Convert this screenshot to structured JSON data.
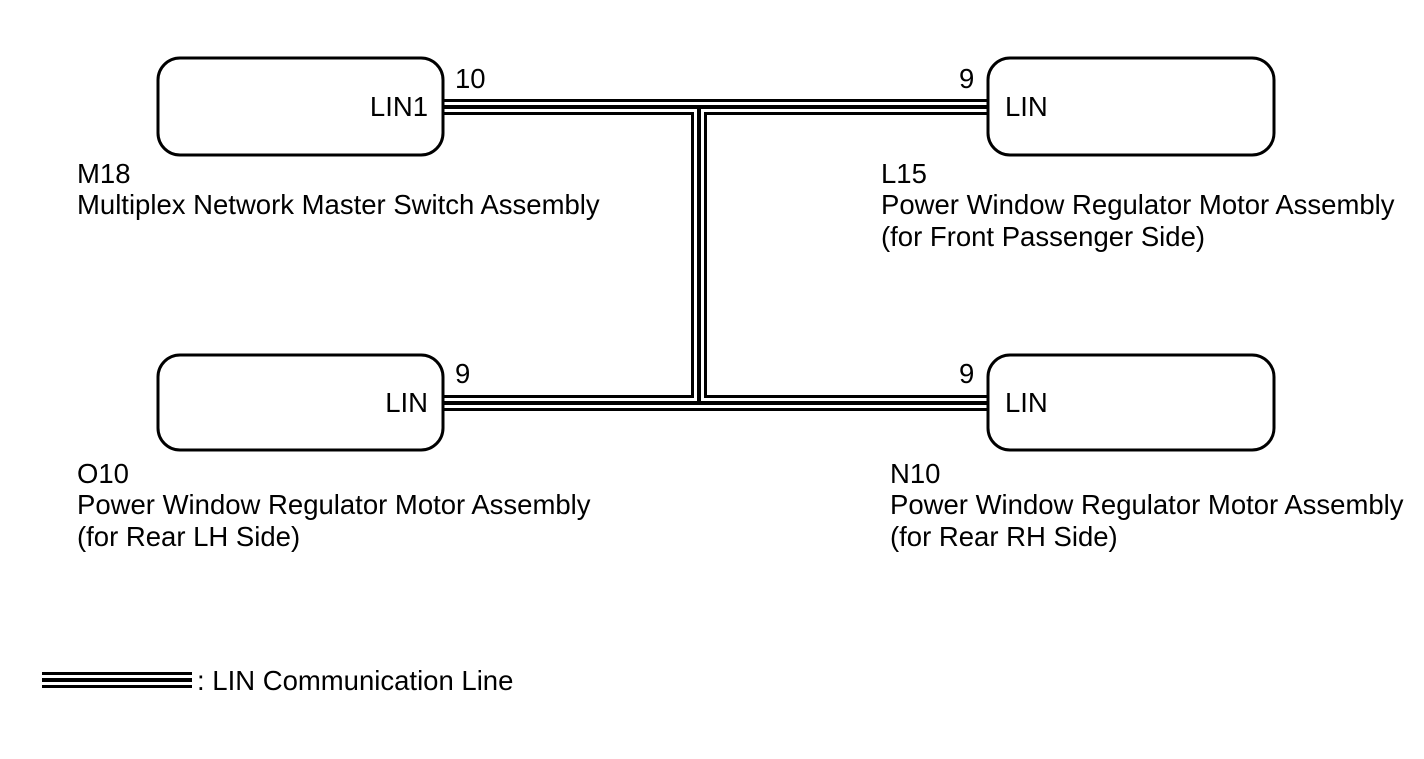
{
  "components": [
    {
      "code": "M18",
      "name": "Multiplex Network Master Switch Assembly",
      "terminal": "LIN1",
      "pin": "10"
    },
    {
      "code": "L15",
      "name": "Power Window Regulator Motor Assembly",
      "detail": "(for Front Passenger Side)",
      "terminal": "LIN",
      "pin": "9"
    },
    {
      "code": "O10",
      "name": "Power Window Regulator Motor Assembly",
      "detail": "(for Rear LH Side)",
      "terminal": "LIN",
      "pin": "9"
    },
    {
      "code": "N10",
      "name": "Power Window Regulator Motor Assembly",
      "detail": "(for Rear RH Side)",
      "terminal": "LIN",
      "pin": "9"
    }
  ],
  "legend": {
    "label": ": LIN Communication Line"
  },
  "colors": {
    "ink": "#000000",
    "paper": "#ffffff"
  }
}
